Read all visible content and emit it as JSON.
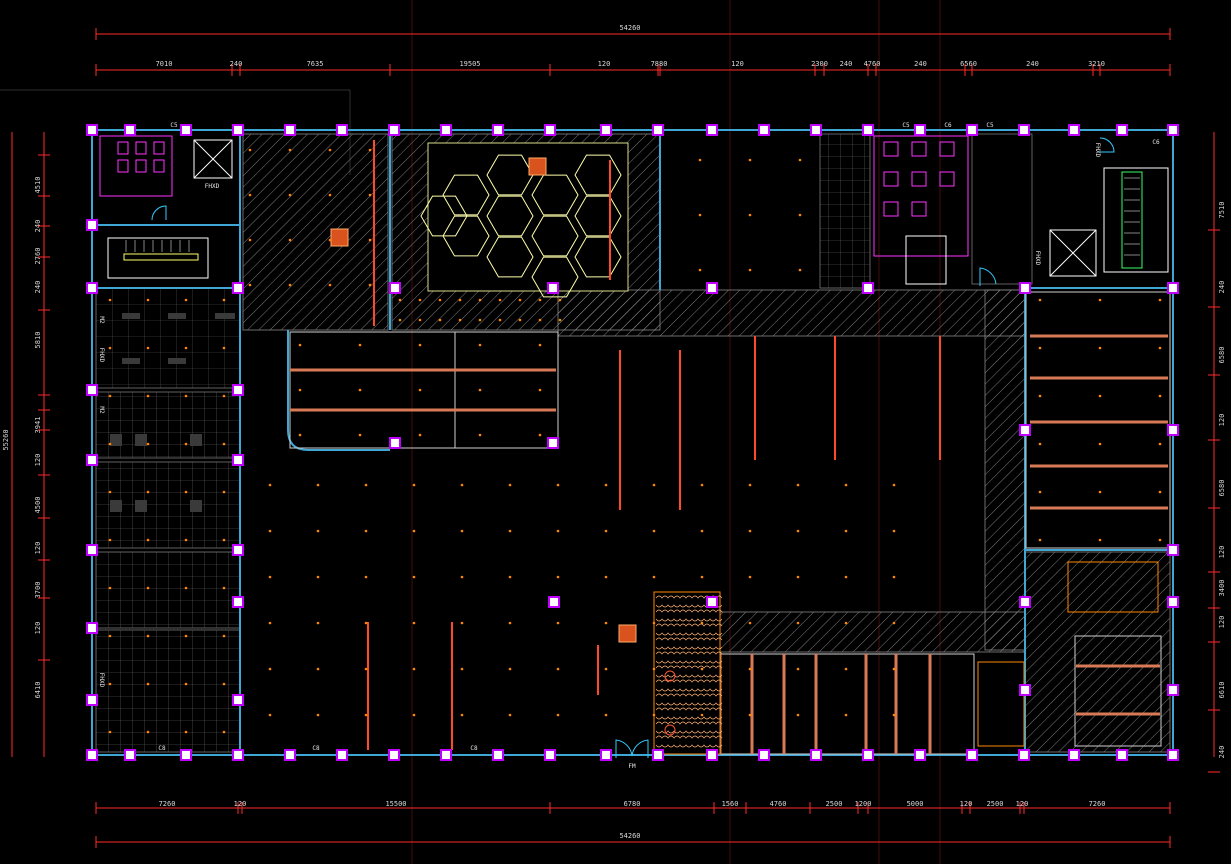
{
  "drawing": {
    "top_total_dimension": "54260",
    "top_segment_dimensions": [
      "7010",
      "240",
      "7635",
      "19505",
      "120",
      "7880",
      "120",
      "2300",
      "240",
      "4760",
      "240",
      "6560",
      "240",
      "3210"
    ],
    "bottom_segment_dimensions": [
      "7260",
      "120",
      "15500",
      "6780",
      "1560",
      "4760",
      "2500",
      "1200",
      "5000",
      "120",
      "2500",
      "120",
      "7260"
    ],
    "bottom_total_dimension": "54260",
    "left_dimensions": [
      "4510",
      "240",
      "2760",
      "240",
      "5810",
      "3941",
      "120",
      "4500",
      "120",
      "3700",
      "120",
      "6410",
      "55260"
    ],
    "right_dimensions": [
      "7510",
      "240",
      "6580",
      "120",
      "6580",
      "120",
      "3400",
      "120",
      "6610",
      "240"
    ],
    "room_tags": [
      "FHXD",
      "FHXD",
      "FHXD",
      "FHXD",
      "FHXD",
      "C5",
      "C5",
      "C5",
      "C6",
      "C6",
      "C8",
      "C8",
      "C8",
      "M2",
      "M2",
      "FM"
    ],
    "colors": {
      "background": "#000000",
      "wall": "#3fa7d6",
      "column": "#c000ff",
      "column_fill": "#ffffff",
      "dimension_line": "#ff2a2a",
      "dimension_text": "#d8d8d8",
      "ceiling_grid": "#8a8a8a",
      "light_fixture": "#ff8800",
      "hatch": "#bbbbbb",
      "stair": "#ffff66",
      "sanitary": "#ff33ff",
      "orange_line": "#ff6a2a",
      "hexagon": "#ffffaa",
      "green": "#33ff66"
    }
  }
}
